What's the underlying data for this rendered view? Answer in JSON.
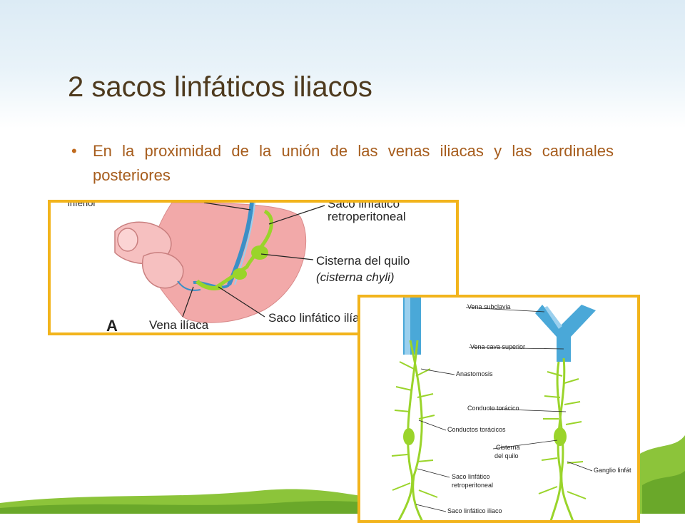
{
  "slide": {
    "title": "2 sacos linfáticos iliacos",
    "bullets": [
      "En la proximidad de la unión de las venas iliacas y las cardinales posteriores"
    ]
  },
  "figure_a": {
    "labels": {
      "saco_retroperitoneal_top": "Saco linfático",
      "saco_retroperitoneal": "retroperitoneal",
      "cisterna_del_quilo": "Cisterna del quilo",
      "cisterna_chyli": "(cisterna chyli)",
      "saco_iliaco": "Saco linfático ilíaco",
      "vena_iliaca": "Vena ilíaca",
      "panel_letter": "A",
      "corner_text": "inferior"
    }
  },
  "figure_b": {
    "labels": {
      "vena_subclavia": "Vena subclavia",
      "vena_cava_superior": "Vena cava superior",
      "anastomosis": "Anastomosis",
      "conducto_toracico": "Conducto torácico",
      "conductos_toracicos": "Conductos torácicos",
      "cisterna": "Cisterna",
      "del_quilo": "del quilo",
      "ganglio_linfatico": "Ganglio linfát",
      "saco_retro_1": "Saco linfático",
      "saco_retro_2": "retroperitoneal",
      "saco_iliaco": "Saco linfático iliaco"
    }
  },
  "colors": {
    "title": "#4e3a1e",
    "bullet_text": "#a65c1c",
    "frame": "#f2b41c",
    "lymph_green": "#9ad42a",
    "vein_blue": "#4aa8d8",
    "tissue_pink": "#f2a9a9"
  }
}
